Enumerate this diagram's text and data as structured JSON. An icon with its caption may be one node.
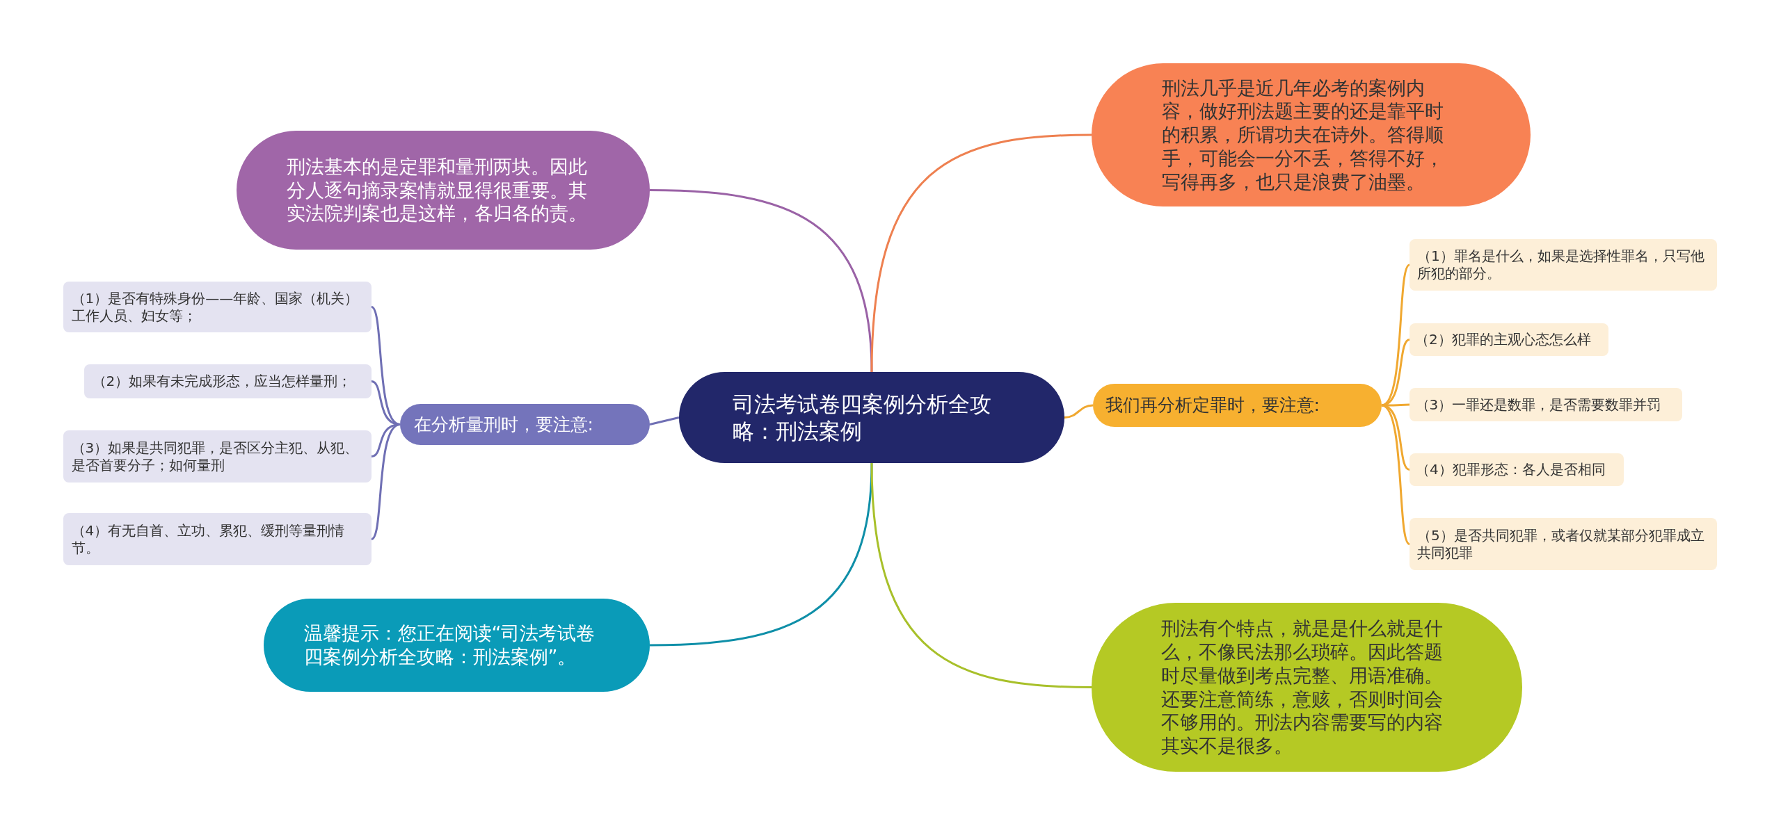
{
  "diagram": {
    "nodes": [
      {
        "text": [
          "司法考试卷四案例分析全攻略：刑法案例"
        ]
      },
      {
        "text": [
          "刑法基本的是定罪和量刑两块。因此分人逐句摘录案情就显得很重要。其实法院判案也是这样，各归各的责。"
        ]
      },
      {
        "text": [
          "在分析量刑时，要注意:"
        ]
      },
      {
        "text": [
          "（1）是否有特殊身份——年龄、国家（机关）工作人员、妇女等；"
        ]
      },
      {
        "text": [
          "（2）如果有未完成形态，应当怎样量刑；"
        ]
      },
      {
        "text": [
          "（3）如果是共同犯罪，是否区分主犯、从犯、是否首要分子；如何量刑"
        ]
      },
      {
        "text": [
          "（4）有无自首、立功、累犯、缓刑等量刑情节。"
        ]
      },
      {
        "text": [
          "温馨提示：您正在阅读“司法考试卷四案例分析全攻略：刑法案例”。"
        ]
      },
      {
        "text": [
          "刑法几乎是近几年必考的案例内容，做好刑法题主要的还是靠平时的积累，所谓功夫在诗外。答得顺手，可能会一分不丢，答得不好，写得再多，也只是浪费了油墨。"
        ]
      },
      {
        "text": [
          "我们再分析定罪时，要注意:"
        ]
      },
      {
        "text": [
          "（1）罪名是什么，如果是选择性罪名，只写他所犯的部分。"
        ]
      },
      {
        "text": [
          "（2）犯罪的主观心态怎么样"
        ]
      },
      {
        "text": [
          "（3）一罪还是数罪，是否需要数罪并罚"
        ]
      },
      {
        "text": [
          "（4）犯罪形态：各人是否相同"
        ]
      },
      {
        "text": [
          "（5）是否共同犯罪，或者仅就某部分犯罪成立共同犯罪"
        ]
      },
      {
        "text": [
          "刑法有个特点，就是是什么就是什么，不像民法那么琐碎。因此答题时尽量做到考点完整、用语准确。还要注意简练，意赅，否则时间会不够用的。刑法内容需要写的内容其实不是很多。"
        ]
      }
    ],
    "edges": [
      {
        "from": 0,
        "to": 1,
        "arrow": "none",
        "color": "#9a62a6"
      },
      {
        "from": 0,
        "to": 2,
        "arrow": "none",
        "color": "#6f6fb4"
      },
      {
        "from": 2,
        "to": 3,
        "arrow": "none",
        "color": "#6f6fb4"
      },
      {
        "from": 2,
        "to": 4,
        "arrow": "none",
        "color": "#6f6fb4"
      },
      {
        "from": 2,
        "to": 5,
        "arrow": "none",
        "color": "#6f6fb4"
      },
      {
        "from": 2,
        "to": 6,
        "arrow": "none",
        "color": "#6f6fb4"
      },
      {
        "from": 0,
        "to": 7,
        "arrow": "none",
        "color": "#0f8fa8"
      },
      {
        "from": 0,
        "to": 8,
        "arrow": "none",
        "color": "#ee8050"
      },
      {
        "from": 0,
        "to": 9,
        "arrow": "none",
        "color": "#f0a830"
      },
      {
        "from": 9,
        "to": 10,
        "arrow": "none",
        "color": "#f0a830"
      },
      {
        "from": 9,
        "to": 11,
        "arrow": "none",
        "color": "#f0a830"
      },
      {
        "from": 9,
        "to": 12,
        "arrow": "none",
        "color": "#f0a830"
      },
      {
        "from": 9,
        "to": 13,
        "arrow": "none",
        "color": "#f0a830"
      },
      {
        "from": 9,
        "to": 14,
        "arrow": "none",
        "color": "#f0a830"
      },
      {
        "from": 0,
        "to": 15,
        "arrow": "none",
        "color": "#a8c02a"
      }
    ]
  }
}
